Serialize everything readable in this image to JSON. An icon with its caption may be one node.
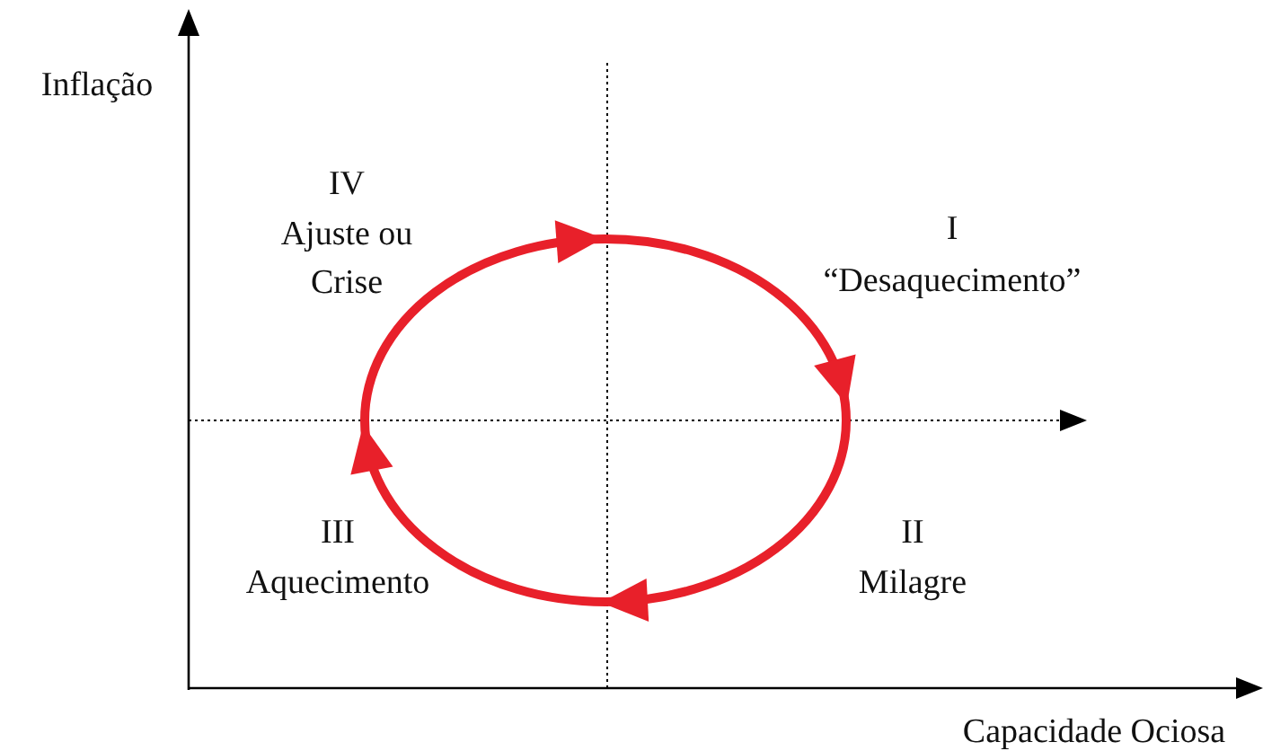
{
  "diagram": {
    "labels": [
      "Inflação",
      "IV",
      "Ajuste ou Crise",
      "I",
      "“Desaquecimento”",
      "III",
      "Aquecimento",
      "II",
      "Milagre",
      "Capacidade Ociosa"
    ]
  }
}
